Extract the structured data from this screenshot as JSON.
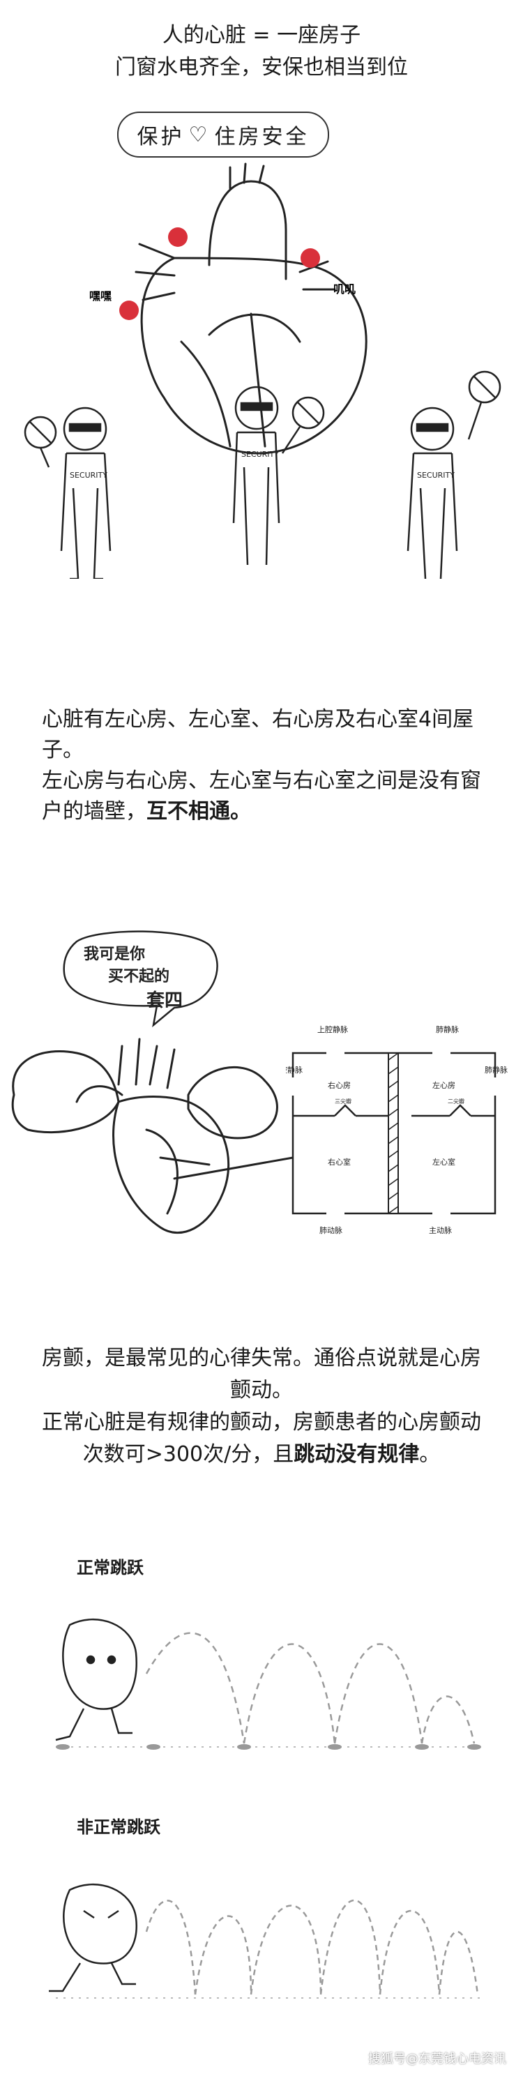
{
  "intro": {
    "line1": "人的心脏 = 一座房子",
    "line2": "门窗水电齐全，安保也相当到位"
  },
  "banner": {
    "left": "保护",
    "right": "住房安全"
  },
  "heart_illustration": {
    "left_cell_text": "嘿嘿",
    "right_cell_text": "叽叽",
    "guard_shirt": "SECURITY"
  },
  "para1": {
    "text_a": "心脏有左心房、左心室、右心房及右心室4间屋子。",
    "text_b": "左心房与右心房、左心室与右心室之间是没有窗户的墙壁，",
    "text_b_bold": "互不相通。"
  },
  "speech": {
    "line1": "我可是你",
    "line2": "买不起的",
    "line3": "套四"
  },
  "floorplan": {
    "superior_vena": "上腔静脉",
    "pulmonary_vein_top": "肺静脉",
    "inferior_vena": "下腔静脉",
    "pulmonary_vein_right": "肺静脉",
    "right_atrium": "右心房",
    "left_atrium": "左心房",
    "tricuspid": "三尖瓣",
    "mitral": "二尖瓣",
    "right_ventricle": "右心室",
    "left_ventricle": "左心室",
    "pulmonary_artery": "肺动脉",
    "aorta": "主动脉"
  },
  "para2": {
    "text_a": "房颤，是最常见的心律失常。通俗点说就是心房颤动。",
    "text_b": "正常心脏是有规律的颤动，房颤患者的心房颤动次数可>300次/分，且",
    "text_b_bold": "跳动没有规律",
    "text_b_end": "。"
  },
  "jump_normal": {
    "title": "正常跳跃"
  },
  "jump_abnormal": {
    "title": "非正常跳跃"
  },
  "watermark": "搜狐号@东莞钱心电资讯",
  "colors": {
    "line": "#222222",
    "red": "#d9303a",
    "dash": "#9a9a9a"
  }
}
